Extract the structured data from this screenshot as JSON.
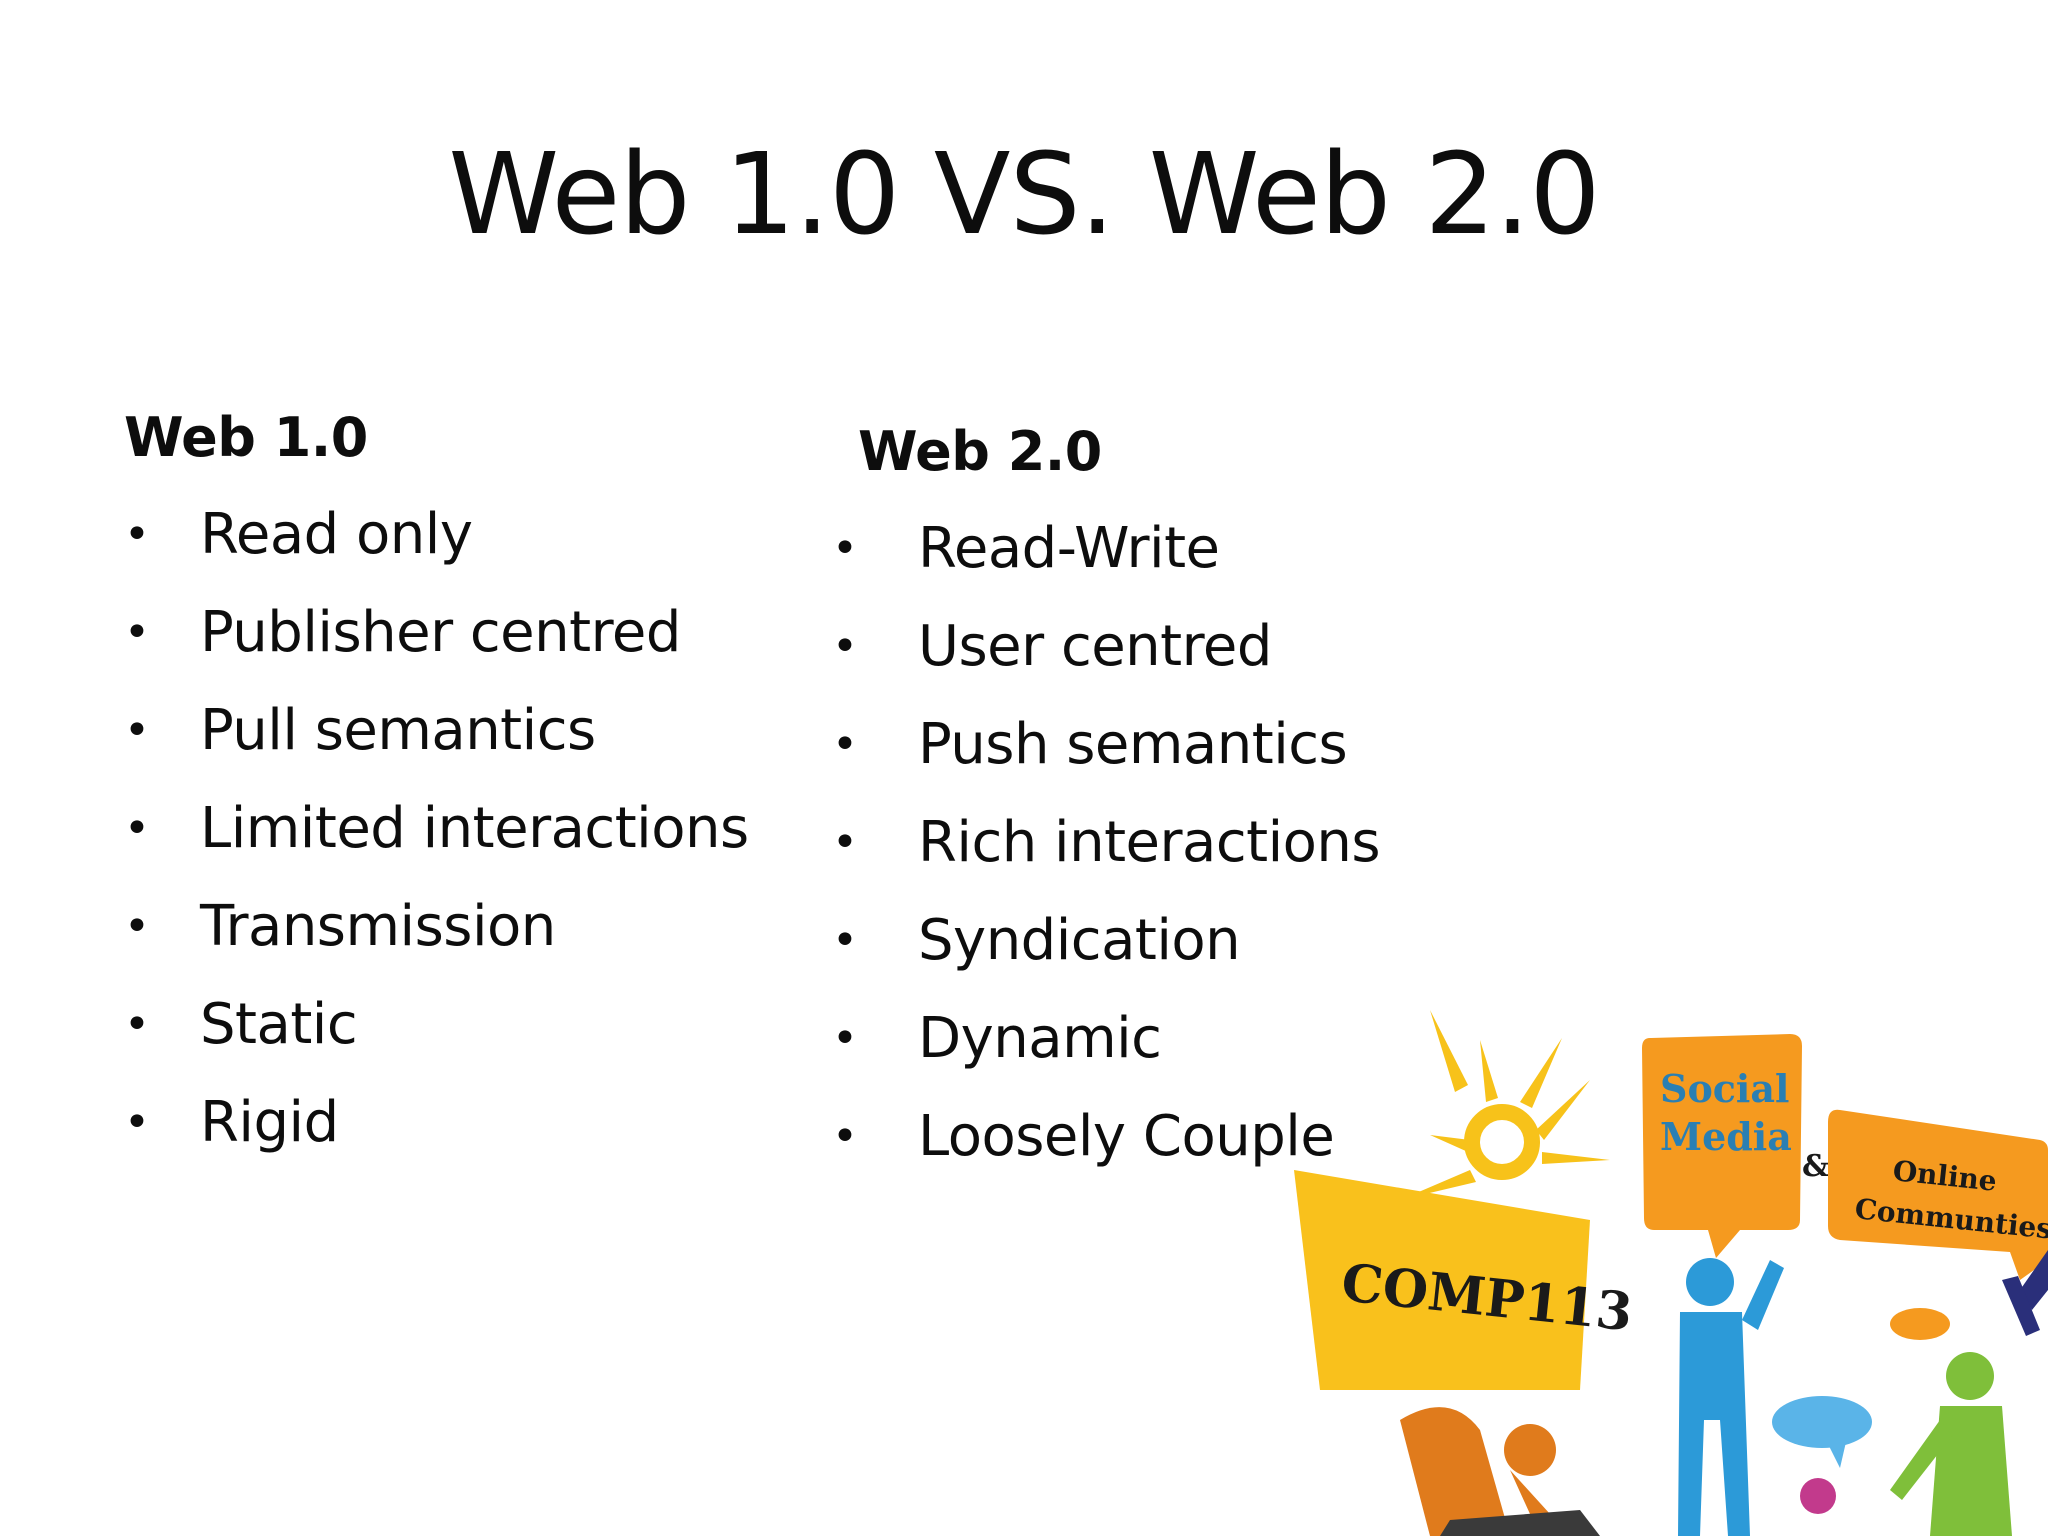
{
  "slide": {
    "title": "Web 1.0 VS. Web 2.0"
  },
  "left_column": {
    "heading": "Web 1.0",
    "items": [
      "Read only",
      "Publisher centred",
      "Pull semantics",
      "Limited interactions",
      "Transmission",
      "Static",
      "Rigid"
    ]
  },
  "right_column": {
    "heading": "Web 2.0",
    "items": [
      "Read-Write",
      "User centred",
      "Push semantics",
      "Rich interactions",
      "Syndication",
      "Dynamic",
      "Loosely Couple"
    ]
  },
  "bullet_glyph": "•",
  "clipart": {
    "sign_label": "COMP113",
    "bubble1_line1": "Social",
    "bubble1_line2": "Media",
    "ampersand": "&",
    "bubble2_line1": "Online",
    "bubble2_line2": "Communties",
    "colors": {
      "sun": "#f7c21a",
      "sign": "#f9c11c",
      "bubble_orange": "#f59a1f",
      "bubble_text": "#2a7fb3",
      "person_blue": "#2c9ad8",
      "person_orange": "#e07b1c",
      "person_green": "#7fbf3a",
      "person_navy": "#2a2f7a",
      "bubble_lightblue": "#5ab4e8",
      "bubble_magenta": "#c23a8c"
    }
  }
}
